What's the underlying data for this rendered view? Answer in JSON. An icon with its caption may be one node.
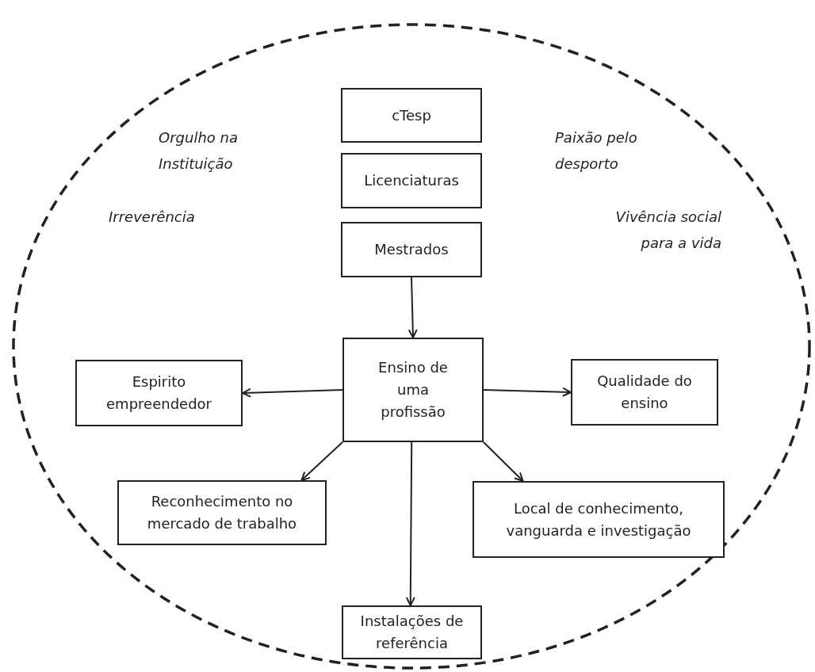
{
  "diagram": {
    "nodes": [
      {
        "text": [],
        "shape": "ellipse"
      },
      {
        "text": [
          "cTesp"
        ],
        "in": 0
      },
      {
        "text": [
          "Licenciaturas"
        ],
        "in": 0
      },
      {
        "text": [
          "Mestrados"
        ],
        "in": 0
      },
      {
        "text": [
          "Ensino de uma profissão"
        ],
        "in": 0
      },
      {
        "text": [
          "Espirito empreendedor"
        ],
        "in": 0
      },
      {
        "text": [
          "Qualidade do ensino"
        ],
        "in": 0
      },
      {
        "text": [
          "Reconhecimento no mercado de trabalho"
        ],
        "in": 0
      },
      {
        "text": [
          "Local de conhecimento, vanguarda e investigação"
        ],
        "in": 0
      },
      {
        "text": [
          "Instalações de referência"
        ],
        "in": 0
      }
    ],
    "edges": [
      {
        "from": 3,
        "to": 4,
        "arrow": "to"
      },
      {
        "from": 4,
        "to": 5,
        "arrow": "to"
      },
      {
        "from": 4,
        "to": 6,
        "arrow": "to"
      },
      {
        "from": 4,
        "to": 7,
        "arrow": "to"
      },
      {
        "from": 4,
        "to": 8,
        "arrow": "to"
      },
      {
        "from": 4,
        "to": 9,
        "arrow": "to"
      }
    ],
    "labels": [
      "Orgulho na Instituição",
      "Paixão pelo desporto",
      "Irreverência",
      "Vivência social para a vida"
    ]
  }
}
